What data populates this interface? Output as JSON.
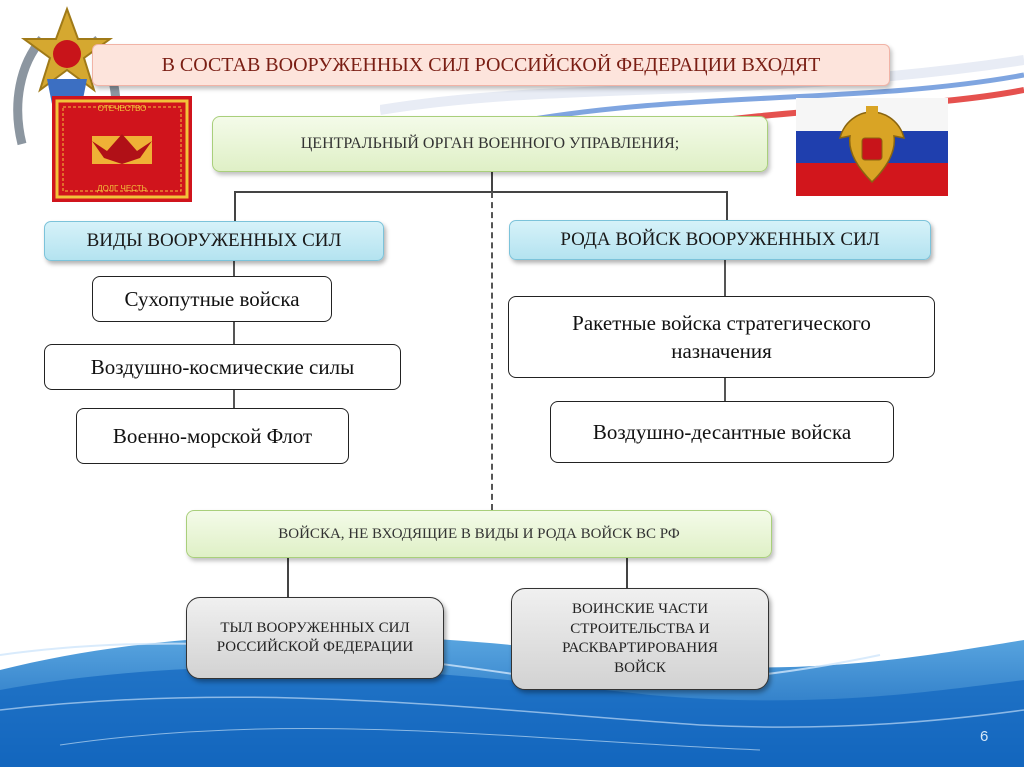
{
  "slide": {
    "title": "В СОСТАВ ВООРУЖЕННЫХ СИЛ РОССИЙСКОЙ ФЕДЕРАЦИИ ВХОДЯТ",
    "page_number": "6"
  },
  "central": "ЦЕНТРАЛЬНЫЙ ОРГАН ВОЕННОГО УПРАВЛЕНИЯ;",
  "vidy": {
    "header": "ВИДЫ ВООРУЖЕННЫХ СИЛ",
    "items": [
      "Сухопутные войска",
      "Воздушно-космические силы",
      "Военно-морской Флот"
    ]
  },
  "roda": {
    "header": "РОДА ВОЙСК ВООРУЖЕННЫХ СИЛ",
    "items": [
      "Ракетные войска стратегического назначения",
      "Воздушно-десантные войска"
    ]
  },
  "other": {
    "header": "ВОЙСКА, НЕ ВХОДЯЩИЕ В ВИДЫ И РОДА ВОЙСК ВС РФ",
    "items": [
      "ТЫЛ ВООРУЖЕННЫХ СИЛ РОССИЙСКОЙ ФЕДЕРАЦИИ",
      "ВОИНСКИЕ ЧАСТИ СТРОИТЕЛЬСТВА И РАСКВАРТИРОВАНИЯ ВОЙСК"
    ]
  },
  "banner": {
    "top_text": "ОТЕЧЕСТВО",
    "bottom_text": "ДОЛГ ЧЕСТЬ"
  },
  "colors": {
    "title_text": "#7a1e14",
    "green_box": "#dff0c6",
    "blue_box": "#b4e3f0",
    "banner_red": "#d0141c",
    "flag_blue": "#1f3fae",
    "flag_red": "#d2161c",
    "wave_blue": "#1a6fc4"
  }
}
